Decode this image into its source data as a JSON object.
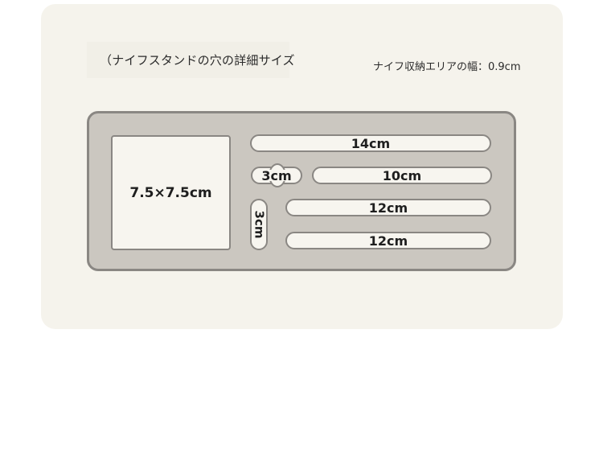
{
  "title": "（ナイフスタンドの穴の詳細サイズ",
  "width_note": "ナイフ収納エリアの幅：0.9cm",
  "holes": {
    "square": "7.5×7.5cm",
    "slot_1": "14cm",
    "slot_small_horizontal": "3cm",
    "slot_2": "10cm",
    "slot_small_vertical": "3cm",
    "slot_3": "12cm",
    "slot_4": "12cm"
  }
}
